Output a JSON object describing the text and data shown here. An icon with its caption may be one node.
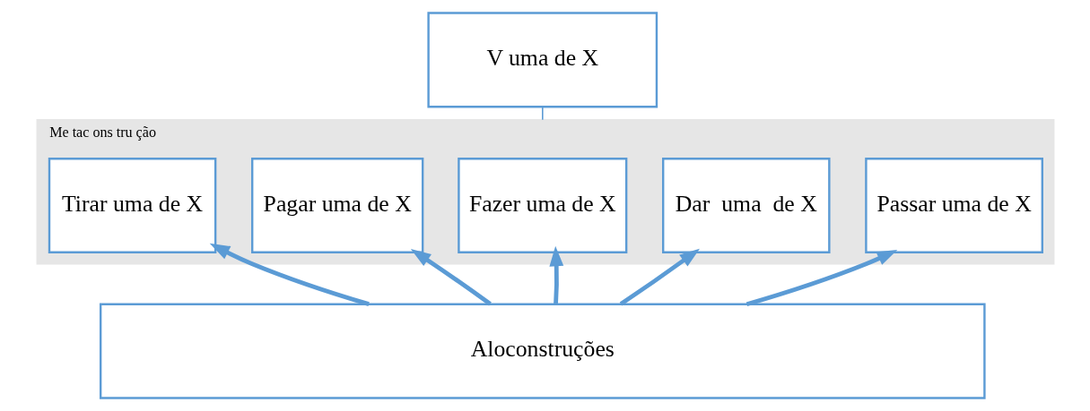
{
  "diagram": {
    "nodes": [
      {
        "text": [
          "V uma de X"
        ]
      },
      {
        "text": [
          "Me tac ons tru ção"
        ]
      },
      {
        "text": [
          "Tirar uma de X"
        ],
        "in": 1
      },
      {
        "text": [
          "Pagar uma de X"
        ],
        "in": 1
      },
      {
        "text": [
          "Fazer uma de X"
        ],
        "in": 1
      },
      {
        "text": [
          "Dar  uma  de X"
        ],
        "in": 1
      },
      {
        "text": [
          "Passar uma de X"
        ],
        "in": 1
      },
      {
        "text": [
          "Aloconstruções"
        ]
      }
    ],
    "edges": [
      {
        "from": 0,
        "to": 1,
        "arrow": "none"
      },
      {
        "from": 7,
        "to": 2,
        "arrow": "to"
      },
      {
        "from": 7,
        "to": 3,
        "arrow": "to"
      },
      {
        "from": 7,
        "to": 4,
        "arrow": "to"
      },
      {
        "from": 7,
        "to": 5,
        "arrow": "to"
      },
      {
        "from": 7,
        "to": 6,
        "arrow": "to"
      }
    ]
  }
}
